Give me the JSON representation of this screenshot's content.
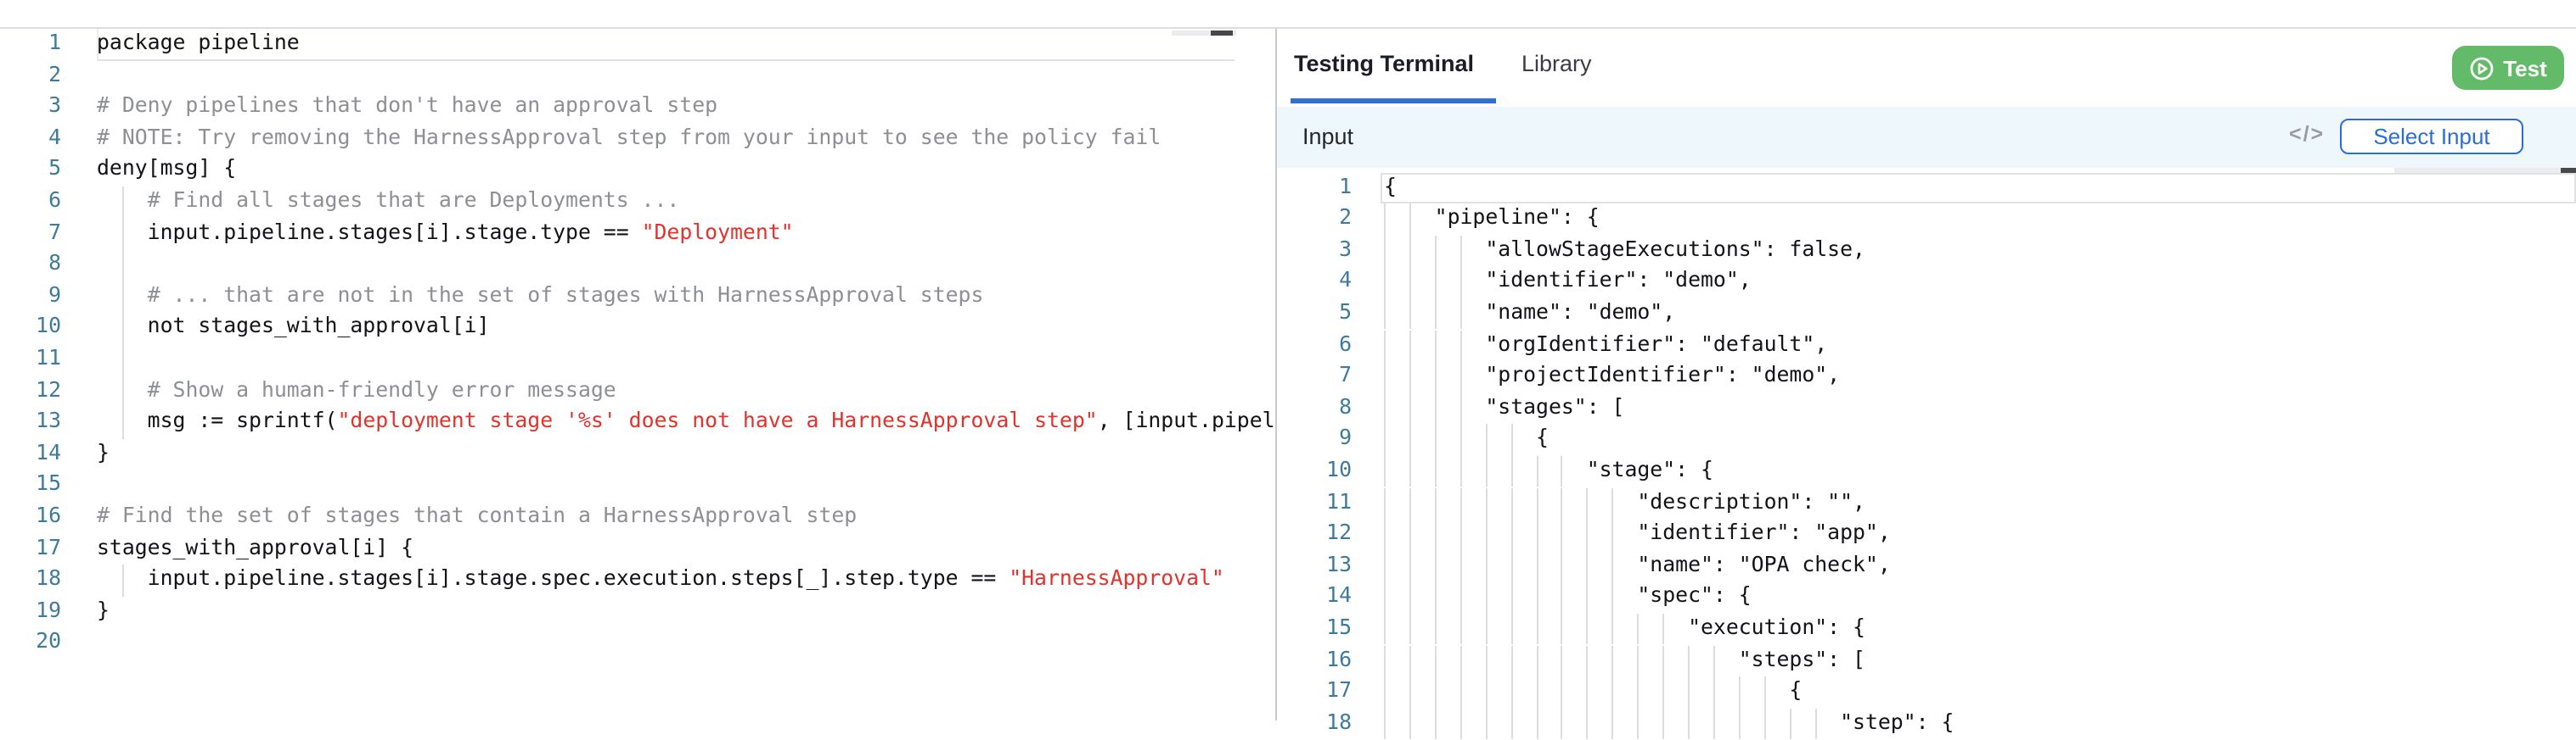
{
  "colors": {
    "accent_blue": "#2a6dd5",
    "tab_underline": "#2e72cc",
    "test_green": "#63ba68",
    "input_band": "#eef8fc",
    "string_red": "#e1332b",
    "comment_gray": "#8d8f94",
    "gutter_blue": "#3e7a99",
    "indent_guide": "#dcdcdf",
    "panel_border": "#dcdce4"
  },
  "left_editor": {
    "name": "policy-editor",
    "guide_start_col": 2,
    "guide_step": 2,
    "lines": [
      {
        "n": 1,
        "parts": [
          [
            "package pipeline",
            "c"
          ]
        ]
      },
      {
        "n": 2,
        "parts": []
      },
      {
        "n": 3,
        "parts": [
          [
            "# Deny pipelines that don't have an approval step",
            "m"
          ]
        ]
      },
      {
        "n": 4,
        "parts": [
          [
            "# NOTE: Try removing the HarnessApproval step from your input to see the policy fail",
            "m"
          ]
        ]
      },
      {
        "n": 5,
        "parts": [
          [
            "deny[msg] {",
            "c"
          ]
        ]
      },
      {
        "n": 6,
        "parts": [
          [
            "    ",
            "c"
          ],
          [
            "# Find all stages that are Deployments ...",
            "m"
          ]
        ]
      },
      {
        "n": 7,
        "parts": [
          [
            "    input.pipeline.stages[i].stage.type == ",
            "c"
          ],
          [
            "\"Deployment\"",
            "s"
          ]
        ]
      },
      {
        "n": 8,
        "parts": [
          [
            "    ",
            "c"
          ]
        ]
      },
      {
        "n": 9,
        "parts": [
          [
            "    ",
            "c"
          ],
          [
            "# ... that are not in the set of stages with HarnessApproval steps",
            "m"
          ]
        ]
      },
      {
        "n": 10,
        "parts": [
          [
            "    not stages_with_approval[i]",
            "c"
          ]
        ]
      },
      {
        "n": 11,
        "parts": [
          [
            "    ",
            "c"
          ]
        ]
      },
      {
        "n": 12,
        "parts": [
          [
            "    ",
            "c"
          ],
          [
            "# Show a human-friendly error message",
            "m"
          ]
        ]
      },
      {
        "n": 13,
        "parts": [
          [
            "    msg := sprintf(",
            "c"
          ],
          [
            "\"deployment stage '%s' does not have a HarnessApproval step\"",
            "s"
          ],
          [
            ", [input.pipel",
            "c"
          ]
        ]
      },
      {
        "n": 14,
        "parts": [
          [
            "}",
            "c"
          ]
        ]
      },
      {
        "n": 15,
        "parts": []
      },
      {
        "n": 16,
        "parts": [
          [
            "# Find the set of stages that contain a HarnessApproval step",
            "m"
          ]
        ]
      },
      {
        "n": 17,
        "parts": [
          [
            "stages_with_approval[i] {",
            "c"
          ]
        ]
      },
      {
        "n": 18,
        "parts": [
          [
            "    input.pipeline.stages[i].stage.spec.execution.steps[_].step.type == ",
            "c"
          ],
          [
            "\"HarnessApproval\"",
            "s"
          ]
        ]
      },
      {
        "n": 19,
        "parts": [
          [
            "}",
            "c"
          ]
        ]
      },
      {
        "n": 20,
        "parts": []
      }
    ]
  },
  "right_panel": {
    "tabs": [
      {
        "label": "Testing Terminal",
        "active": true
      },
      {
        "label": "Library",
        "active": false
      }
    ],
    "test_button": {
      "label": "Test",
      "icon": "play-circle-icon"
    },
    "input_bar": {
      "title": "Input",
      "code_icon": "</>",
      "select_button_label": "Select Input"
    }
  },
  "input_editor": {
    "name": "input-json-editor",
    "guide_start_col": 0,
    "guide_step": 2,
    "lines": [
      {
        "n": 1,
        "parts": [
          [
            "{",
            "c"
          ]
        ]
      },
      {
        "n": 2,
        "parts": [
          [
            "    \"pipeline\": {",
            "c"
          ]
        ]
      },
      {
        "n": 3,
        "parts": [
          [
            "        \"allowStageExecutions\": false,",
            "c"
          ]
        ]
      },
      {
        "n": 4,
        "parts": [
          [
            "        \"identifier\": \"demo\",",
            "c"
          ]
        ]
      },
      {
        "n": 5,
        "parts": [
          [
            "        \"name\": \"demo\",",
            "c"
          ]
        ]
      },
      {
        "n": 6,
        "parts": [
          [
            "        \"orgIdentifier\": \"default\",",
            "c"
          ]
        ]
      },
      {
        "n": 7,
        "parts": [
          [
            "        \"projectIdentifier\": \"demo\",",
            "c"
          ]
        ]
      },
      {
        "n": 8,
        "parts": [
          [
            "        \"stages\": [",
            "c"
          ]
        ]
      },
      {
        "n": 9,
        "parts": [
          [
            "            {",
            "c"
          ]
        ]
      },
      {
        "n": 10,
        "parts": [
          [
            "                \"stage\": {",
            "c"
          ]
        ]
      },
      {
        "n": 11,
        "parts": [
          [
            "                    \"description\": \"\",",
            "c"
          ]
        ]
      },
      {
        "n": 12,
        "parts": [
          [
            "                    \"identifier\": \"app\",",
            "c"
          ]
        ]
      },
      {
        "n": 13,
        "parts": [
          [
            "                    \"name\": \"OPA check\",",
            "c"
          ]
        ]
      },
      {
        "n": 14,
        "parts": [
          [
            "                    \"spec\": {",
            "c"
          ]
        ]
      },
      {
        "n": 15,
        "parts": [
          [
            "                        \"execution\": {",
            "c"
          ]
        ]
      },
      {
        "n": 16,
        "parts": [
          [
            "                            \"steps\": [",
            "c"
          ]
        ]
      },
      {
        "n": 17,
        "parts": [
          [
            "                                {",
            "c"
          ]
        ]
      },
      {
        "n": 18,
        "parts": [
          [
            "                                    \"step\": {",
            "c"
          ]
        ]
      }
    ]
  }
}
